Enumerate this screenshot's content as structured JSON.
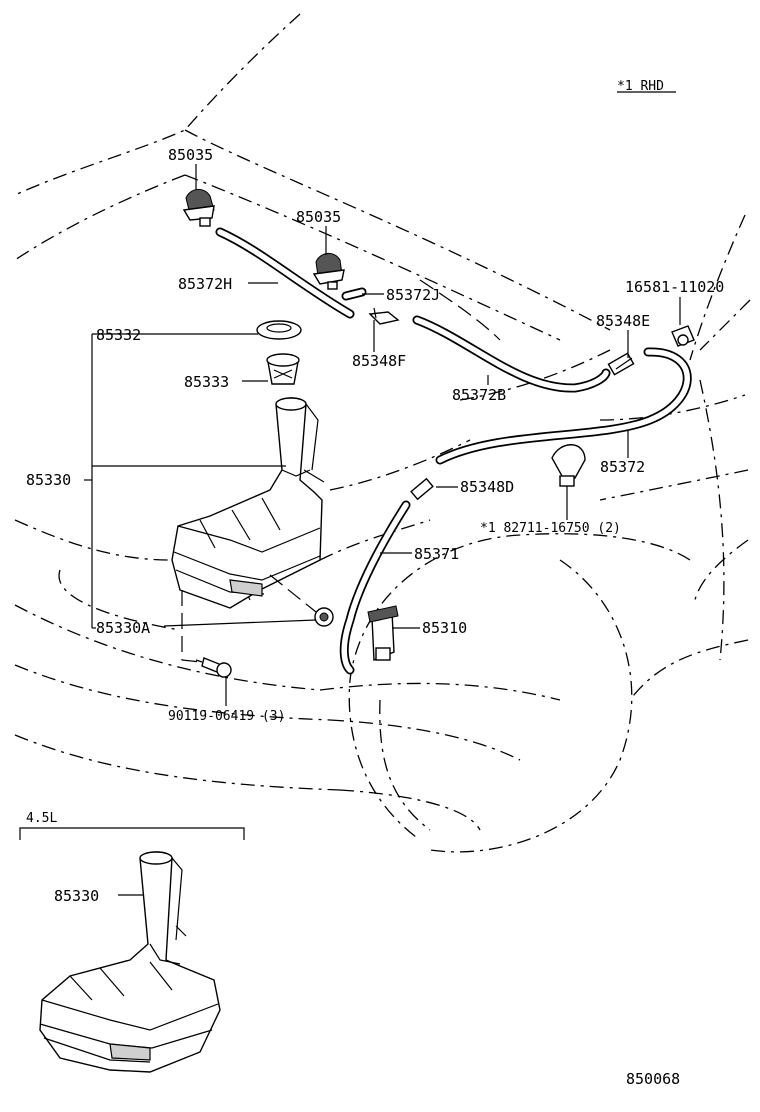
{
  "note": "*1 RHD",
  "diagram_number": "850068",
  "inset_label": "4.5L",
  "callouts": {
    "c85035_left": "85035",
    "c85035_right": "85035",
    "c85372H": "85372H",
    "c85372J": "85372J",
    "c16581": "16581-11020",
    "c85348E": "85348E",
    "c85332": "85332",
    "c85348F": "85348F",
    "c85333": "85333",
    "c85372B": "85372B",
    "c85372": "85372",
    "c85330": "85330",
    "c85348D": "85348D",
    "c82711": "*1 82711-16750 (2)",
    "c85371": "85371",
    "c85330A": "85330A",
    "c85310": "85310",
    "c90119": "90119-06419 (3)",
    "c85330_inset": "85330"
  }
}
